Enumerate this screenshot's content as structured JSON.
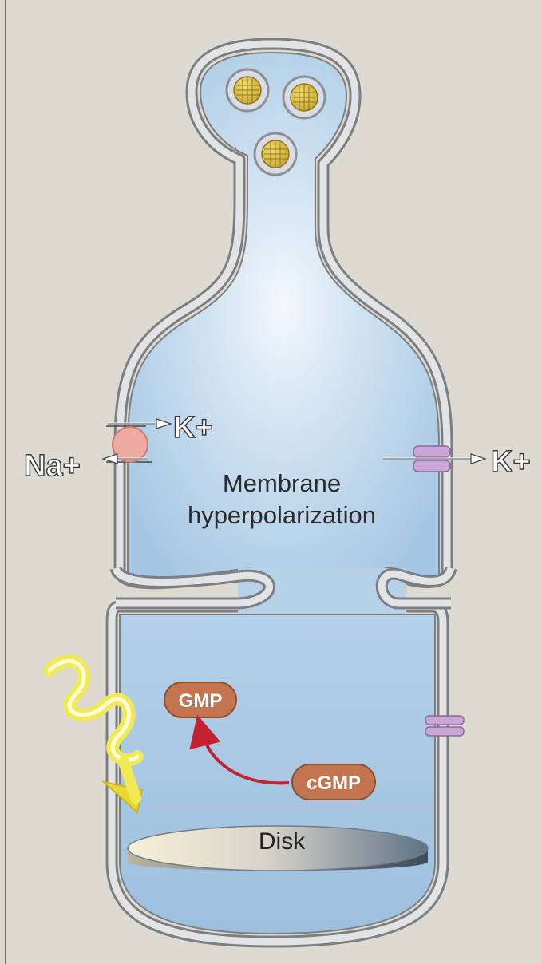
{
  "labels": {
    "k_plus_left": "K+",
    "na_plus": "Na+",
    "k_plus_right": "K+",
    "membrane_line1": "Membrane",
    "membrane_line2": "hyperpolarization",
    "gmp": "GMP",
    "cgmp": "cGMP",
    "disk": "Disk"
  },
  "colors": {
    "background": "#dcdad1",
    "cytoplasm": "#a9cbe6",
    "cytoplasm_light": "#eef5fb",
    "membrane_outer": "#8e8f92",
    "membrane_inner": "#e3e4e6",
    "exchanger": "#efaaa2",
    "channel": "#c9a6d6",
    "nucleotide_pill": "#c3754f",
    "red_arrow": "#c42230",
    "light_wave": "#f2ea54",
    "vesicle_core": "#d9bf47"
  },
  "icons": {
    "light": "light-wave-icon",
    "exchanger": "exchanger-icon",
    "channel": "ion-channel-icon",
    "vesicle": "synaptic-vesicle-icon"
  }
}
